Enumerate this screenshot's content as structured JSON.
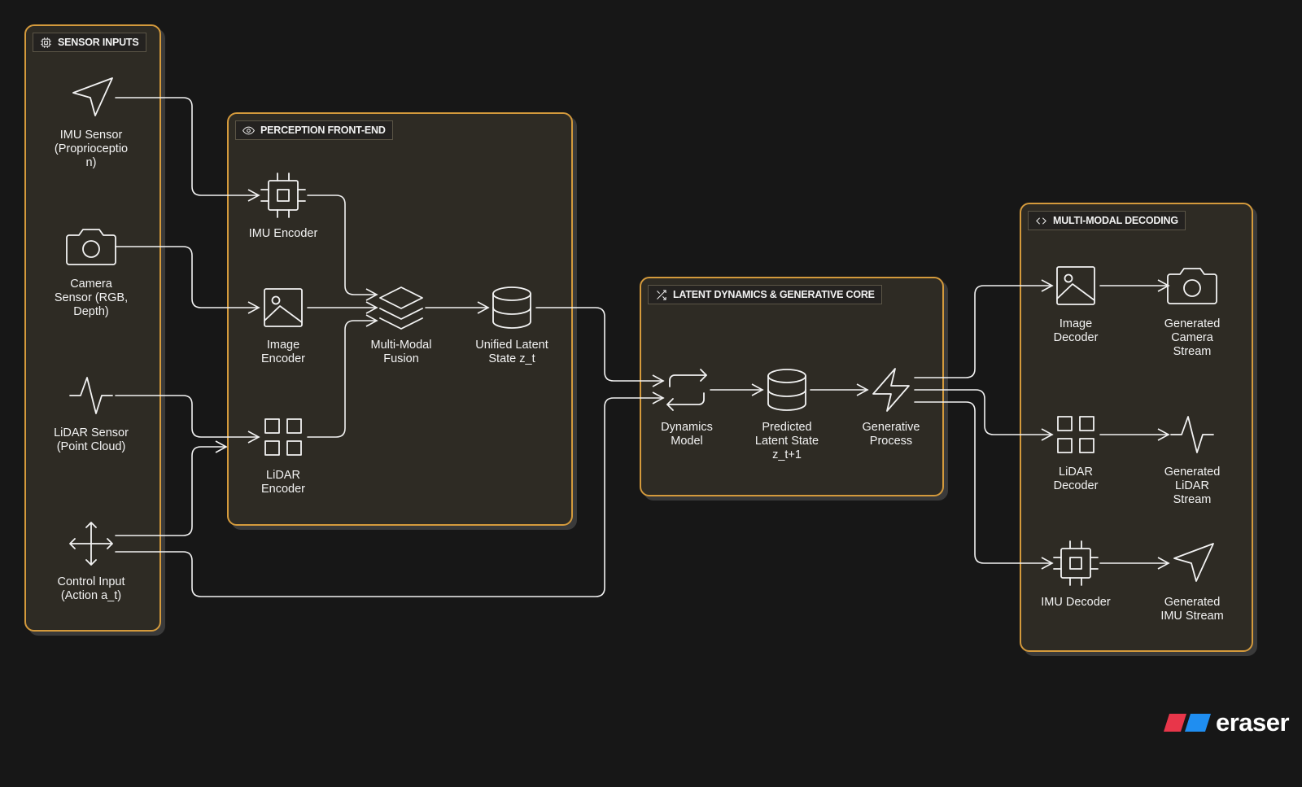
{
  "groups": {
    "sensor_inputs": {
      "label": "SENSOR INPUTS",
      "icon": "cpu-icon"
    },
    "perception": {
      "label": "PERCEPTION FRONT-END",
      "icon": "eye-icon"
    },
    "latent": {
      "label": "LATENT DYNAMICS & GENERATIVE CORE",
      "icon": "shuffle-icon"
    },
    "decoding": {
      "label": "MULTI-MODAL DECODING",
      "icon": "code-icon"
    }
  },
  "nodes": {
    "imu_sensor": {
      "label": "IMU Sensor (Proprioceptio n)",
      "icon": "navigation-icon"
    },
    "camera_sensor": {
      "label": "Camera Sensor (RGB, Depth)",
      "icon": "camera-icon"
    },
    "lidar_sensor": {
      "label": "LiDAR Sensor (Point Cloud)",
      "icon": "activity-icon"
    },
    "control_input": {
      "label": "Control Input (Action a_t)",
      "icon": "move-icon"
    },
    "imu_encoder": {
      "label": "IMU Encoder",
      "icon": "cpu-icon"
    },
    "image_encoder": {
      "label": "Image Encoder",
      "icon": "image-icon"
    },
    "lidar_encoder": {
      "label": "LiDAR Encoder",
      "icon": "grid-icon"
    },
    "fusion": {
      "label": "Multi-Modal Fusion",
      "icon": "layers-icon"
    },
    "unified_state": {
      "label": "Unified Latent State z_t",
      "icon": "database-icon"
    },
    "dynamics_model": {
      "label": "Dynamics Model",
      "icon": "repeat-icon"
    },
    "predicted_state": {
      "label": "Predicted Latent State z_t+1",
      "icon": "database-icon"
    },
    "generative_process": {
      "label": "Generative Process",
      "icon": "zap-icon"
    },
    "image_decoder": {
      "label": "Image Decoder",
      "icon": "image-icon"
    },
    "lidar_decoder": {
      "label": "LiDAR Decoder",
      "icon": "grid-icon"
    },
    "imu_decoder": {
      "label": "IMU Decoder",
      "icon": "cpu-icon"
    },
    "gen_camera": {
      "label": "Generated Camera Stream",
      "icon": "camera-icon"
    },
    "gen_lidar": {
      "label": "Generated LiDAR Stream",
      "icon": "activity-icon"
    },
    "gen_imu": {
      "label": "Generated IMU Stream",
      "icon": "navigation-icon"
    }
  },
  "edges": [
    [
      "imu_sensor",
      "imu_encoder"
    ],
    [
      "camera_sensor",
      "image_encoder"
    ],
    [
      "lidar_sensor",
      "lidar_encoder"
    ],
    [
      "control_input",
      "lidar_encoder"
    ],
    [
      "imu_encoder",
      "fusion"
    ],
    [
      "image_encoder",
      "fusion"
    ],
    [
      "lidar_encoder",
      "fusion"
    ],
    [
      "fusion",
      "unified_state"
    ],
    [
      "unified_state",
      "dynamics_model"
    ],
    [
      "control_input",
      "dynamics_model"
    ],
    [
      "dynamics_model",
      "predicted_state"
    ],
    [
      "predicted_state",
      "generative_process"
    ],
    [
      "generative_process",
      "image_decoder"
    ],
    [
      "generative_process",
      "lidar_decoder"
    ],
    [
      "generative_process",
      "imu_decoder"
    ],
    [
      "image_decoder",
      "gen_camera"
    ],
    [
      "lidar_decoder",
      "gen_lidar"
    ],
    [
      "imu_decoder",
      "gen_imu"
    ]
  ],
  "colors": {
    "background": "#171717",
    "group_fill": "#2e2b24",
    "group_border": "#d49a3c",
    "line": "#f2f2f2",
    "logo_red": "#e8364a",
    "logo_blue": "#1f8ef1"
  },
  "logo": {
    "text": "eraser"
  }
}
